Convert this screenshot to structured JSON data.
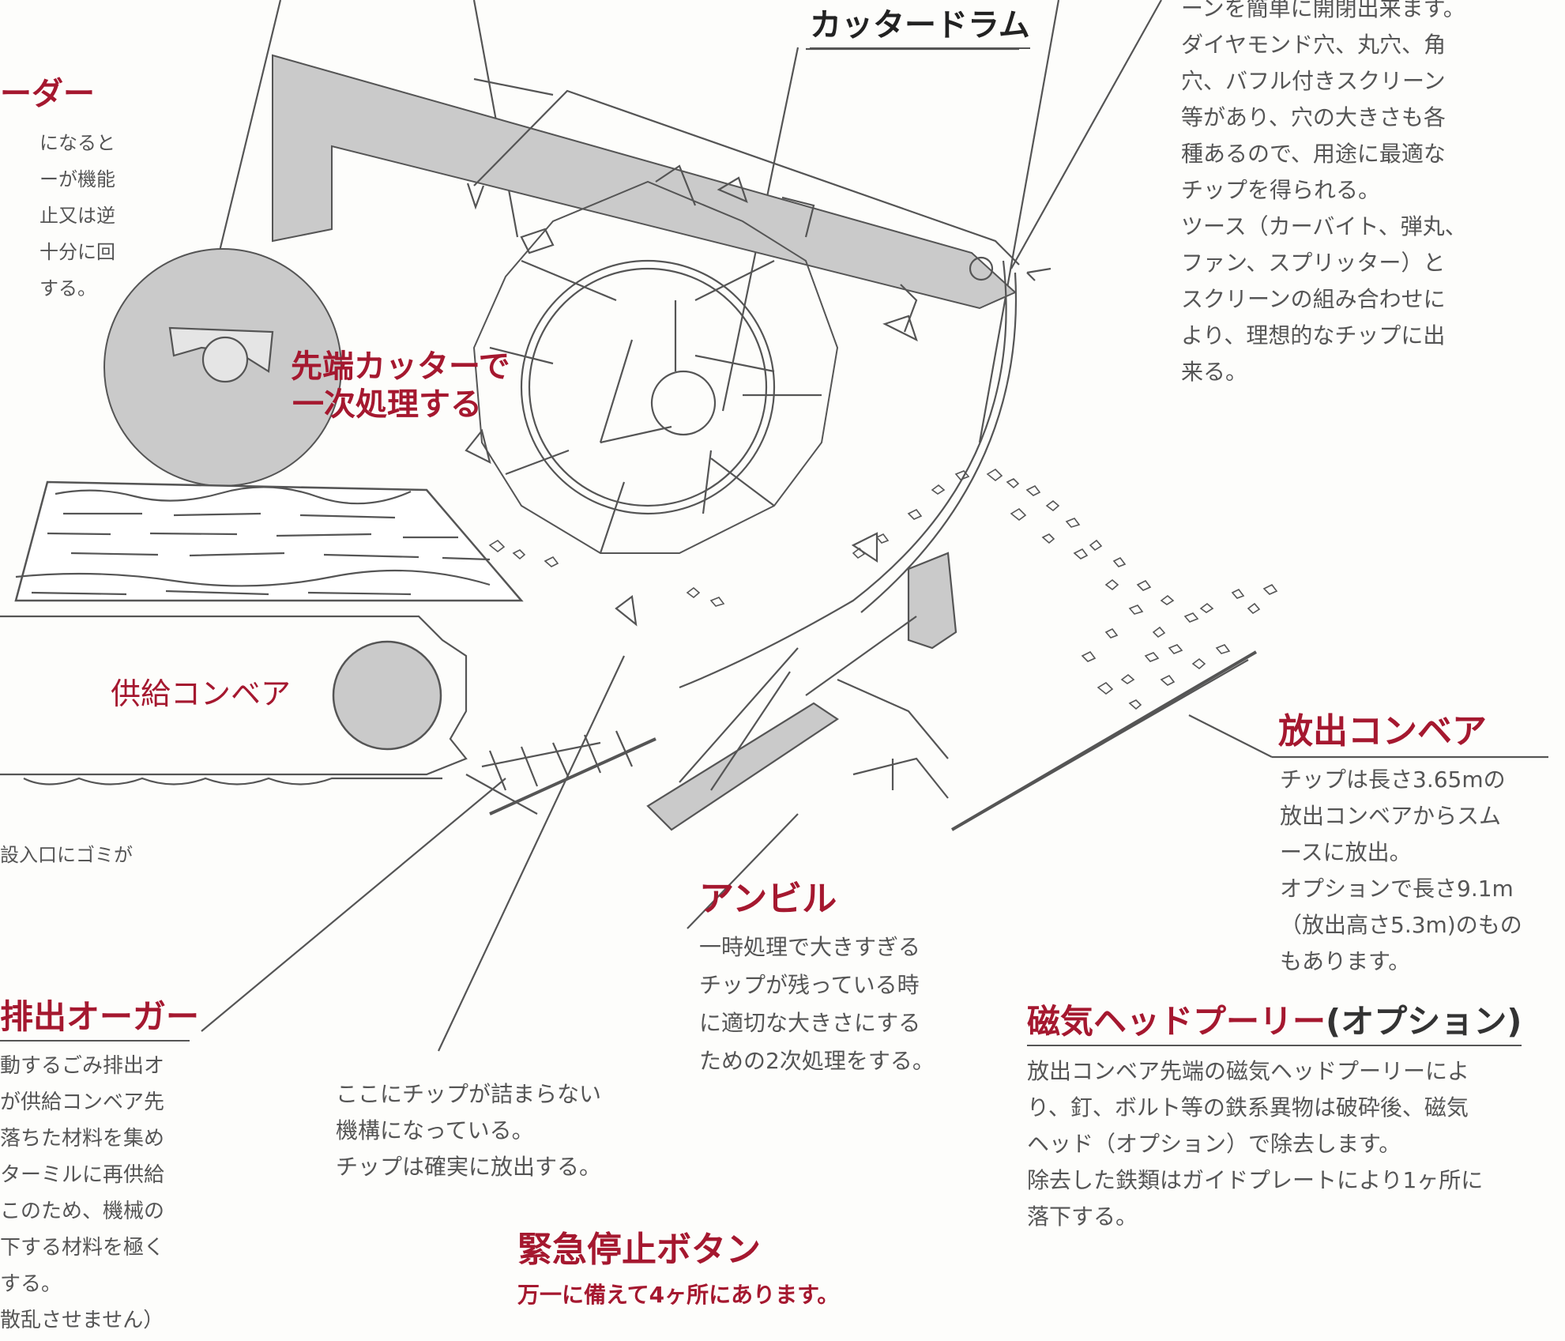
{
  "labels": {
    "cutter_drum": "カッタードラム",
    "feeder_fragment": "ーダー",
    "primary_cut_1": "先端カッターで",
    "primary_cut_2": "一次処理する",
    "feed_conveyor": "供給コンベア",
    "discharge_conveyor": "放出コンベア",
    "anvil": "アンビル",
    "magnetic_pulley": "磁気ヘッドプーリー",
    "magnetic_pulley_option": "(オプション)",
    "auger_fragment": "排出オーガー",
    "emergency_stop": "緊急停止ボタン",
    "emergency_stop_sub": "万一に備えて4ヶ所にあります。"
  },
  "texts": {
    "screen_desc": [
      "ーンを簡単に開閉出来ます。",
      "ダイヤモンド穴、丸穴、角",
      "穴、バフル付きスクリーン",
      "等があり、穴の大きさも各",
      "種あるので、用途に最適な",
      "チップを得られる。",
      "ツース（カーバイト、弾丸、",
      "ファン、スプリッター）と",
      "スクリーンの組み合わせに",
      "より、理想的なチップに出",
      "来る。"
    ],
    "feeder_desc": [
      "になると",
      "ーが機能",
      "止又は逆",
      "",
      "十分に回",
      "する。"
    ],
    "intake_fragment": "設入口にゴミが",
    "discharge_desc": [
      "チップは長さ3.65mの",
      "放出コンベアからスム",
      "ースに放出。",
      "オプションで長さ9.1m",
      "（放出高さ5.3m)のもの",
      "もあります。"
    ],
    "anvil_desc": [
      "一時処理で大きすぎる",
      "チップが残っている時",
      "に適切な大きさにする",
      "ための2次処理をする。"
    ],
    "magnetic_desc": [
      "放出コンベア先端の磁気ヘッドプーリーによ",
      "り、釘、ボルト等の鉄系異物は破砕後、磁気",
      "ヘッド（オプション）で除去します。",
      "除去した鉄類はガイドプレートにより1ヶ所に",
      "落下する。"
    ],
    "chip_desc": [
      "ここにチップが詰まらない",
      "機構になっている。",
      "チップは確実に放出する。"
    ],
    "auger_desc": [
      "動するごみ排出オ",
      "が供給コンベア先",
      "落ちた材料を集め",
      "ターミルに再供給",
      "このため、機械の",
      "下する材料を極く",
      "する。",
      "散乱させません）"
    ]
  },
  "colors": {
    "accent": "#a5182f",
    "line": "#555555",
    "shade": "#cccccc"
  }
}
